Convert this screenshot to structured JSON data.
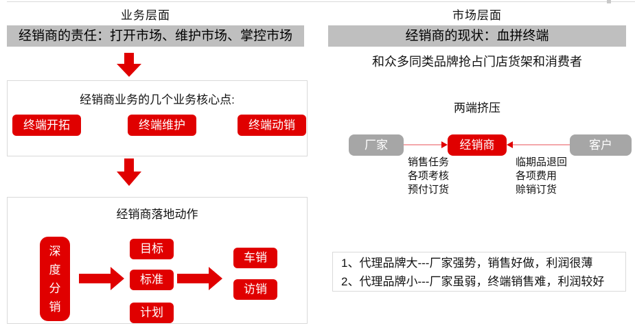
{
  "colors": {
    "red": "#e00000",
    "connector_line": "#f08a8e",
    "gray_banner": "#bfbfbf",
    "gray_node": "#a6a6a6",
    "panel_border": "#d9d9d9",
    "text": "#111111"
  },
  "left_panel": {
    "title": "业务层面",
    "banner": "经销商的责任：打开市场、维护市场、掌控市场",
    "core_box": {
      "title": "经销商业务的几个业务核心点:",
      "items": [
        "终端开拓",
        "终端维护",
        "终端动销"
      ]
    },
    "action_box": {
      "title": "经销商落地动作",
      "deep_distribution": "深度分销",
      "middle_items": [
        "目标",
        "标准",
        "计划"
      ],
      "result_items": [
        "车销",
        "访销"
      ]
    }
  },
  "right_panel": {
    "title": "市场层面",
    "banner": "经销商的现状：血拼终端",
    "subtitle": "和众多同类品牌抢占门店货架和消费者",
    "squeeze_title": "两端挤压",
    "nodes": {
      "factory": "厂家",
      "dealer": "经销商",
      "customer": "客户"
    },
    "factory_pressures": [
      "销售任务",
      "各项考核",
      "预付订货"
    ],
    "customer_pressures": [
      "临期品退回",
      "各项费用",
      "赊销订货"
    ],
    "notes": [
      "1、代理品牌大---厂家强势，销售好做，利润很薄",
      "2、代理品牌小---厂家虽弱，终端销售难，利润较好"
    ]
  },
  "icons": {
    "down_arrow": "block-down-arrow",
    "right_arrow": "block-right-arrow",
    "factory_connector": "thin-arrow-right",
    "customer_connector": "thin-arrow-left"
  }
}
